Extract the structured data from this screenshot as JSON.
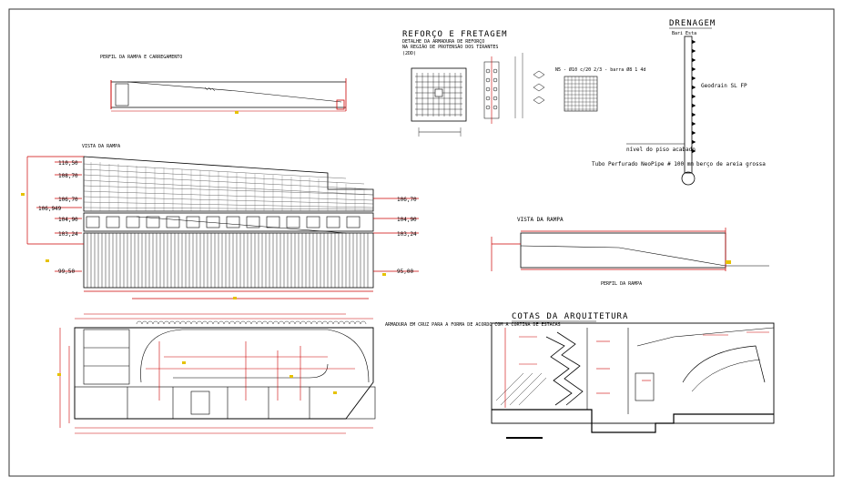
{
  "titles": {
    "ramp_profile": "PERFIL DA RAMPA E CARREGAMENTO",
    "reinforcement": "REFORÇO E FRETAGEM",
    "reinforcement_sub1": "DETALHE DA ARMADURA DE REFORÇO",
    "reinforcement_sub2": "NA REGIÃO DE PROTENSÃO DOS TIRANTES",
    "reinforcement_sub3": "(2DD)",
    "drainage": "DRENAGEM",
    "drainage_top": "Bari Esta",
    "drainage_geo": "Geodrain SL FP",
    "drainage_level": "nível do piso acabado",
    "drainage_pipe": "Tubo Perfurado NeoPipe # 100 mm",
    "drainage_gravel": "berço de areia grossa",
    "ramp_view_left": "VISTA DA RAMPA",
    "ramp_view_right": "VISTA DA RAMPA",
    "ramp_profile_small": "PERFIL DA RAMPA",
    "architecture": "COTAS DA ARQUITETURA",
    "rebar_note": "N5 - Ø10 c/20  2/3 - barra Ø8 1 4d",
    "plan_note": "ARMADURA EM CRUZ PARA A FORMA DE ACORDO COM A CORTINA DE ESTACAS"
  },
  "levels": {
    "left": [
      "110,50",
      "108,70",
      "106,949",
      "106,70",
      "104,90",
      "103,24",
      "99,50"
    ],
    "right": [
      "106,70",
      "104,90",
      "103,24",
      "95,00"
    ]
  },
  "colors": {
    "line": "#000000",
    "dimension": "#cc0000",
    "hatch": "#222222",
    "marker": "#e6c200",
    "frame": "#333333"
  }
}
